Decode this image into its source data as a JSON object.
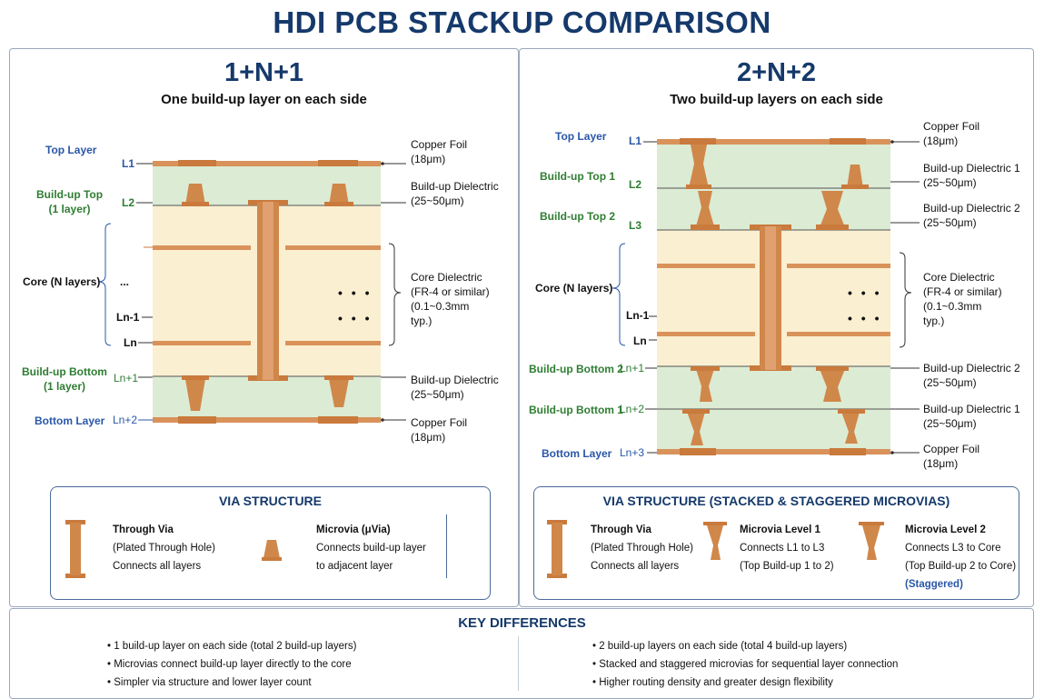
{
  "title": "HDI PCB STACKUP COMPARISON",
  "left": {
    "heading": "1+N+1",
    "subtitle": "One build-up layer on each side",
    "groups": {
      "top_layer": "Top Layer",
      "buildup_top": "Build-up Top\n(1 layer)",
      "core": "Core (N layers)",
      "buildup_bottom": "Build-up Bottom\n(1 layer)",
      "bottom_layer": "Bottom Layer"
    },
    "layers": [
      "L1",
      "L2",
      "...",
      "Ln-1",
      "Ln",
      "Ln+1",
      "Ln+2"
    ],
    "annotations": {
      "copper_top": "Copper Foil\n(18μm)",
      "dielectric_top": "Build-up Dielectric\n(25~50μm)",
      "core_dielectric": "Core Dielectric\n(FR-4 or similar)\n(0.1~0.3mm\ntyp.)",
      "dielectric_bottom": "Build-up Dielectric\n(25~50μm)",
      "copper_bottom": "Copper Foil\n(18μm)"
    },
    "inner_dots": [
      "• • •",
      "• • •"
    ],
    "via_structure": {
      "title": "VIA STRUCTURE",
      "through_via": {
        "name": "Through Via",
        "line1": "(Plated Through Hole)",
        "line2": "Connects all layers"
      },
      "microvia": {
        "name": "Microvia (μVia)",
        "line1": "Connects build-up layer",
        "line2": "to adjacent layer"
      }
    }
  },
  "right": {
    "heading": "2+N+2",
    "subtitle": "Two build-up layers on each side",
    "groups": {
      "top_layer": "Top Layer",
      "buildup_top1": "Build-up Top 1",
      "buildup_top2": "Build-up Top 2",
      "core": "Core (N layers)",
      "buildup_bottom2": "Build-up Bottom 2",
      "buildup_bottom1": "Build-up Bottom 1",
      "bottom_layer": "Bottom Layer"
    },
    "layers": [
      "L1",
      "L2",
      "L3",
      "Ln-1",
      "Ln",
      "Ln+1",
      "Ln+2",
      "Ln+3"
    ],
    "annotations": {
      "copper_top": "Copper Foil\n(18μm)",
      "dielectric1_top": "Build-up Dielectric 1\n(25~50μm)",
      "dielectric2_top": "Build-up Dielectric 2\n(25~50μm)",
      "core_dielectric": "Core Dielectric\n(FR-4 or similar)\n(0.1~0.3mm\ntyp.)",
      "dielectric2_bottom": "Build-up Dielectric 2\n(25~50μm)",
      "dielectric1_bottom": "Build-up Dielectric 1\n(25~50μm)",
      "copper_bottom": "Copper Foil\n(18μm)"
    },
    "inner_dots": [
      "• • •",
      "• • •"
    ],
    "via_structure": {
      "title": "VIA STRUCTURE (STACKED & STAGGERED MICROVIAS)",
      "through_via": {
        "name": "Through Via",
        "line1": "(Plated Through Hole)",
        "line2": "Connects all layers"
      },
      "microvia1": {
        "name": "Microvia Level 1",
        "line1": "Connects L1 to L3",
        "line2": "(Top Build-up 1 to 2)"
      },
      "microvia2": {
        "name": "Microvia Level 2",
        "line1": "Connects L3 to Core",
        "line2": "(Top Build-up 2 to Core)",
        "line3": "(Staggered)"
      }
    }
  },
  "key_differences": {
    "title": "KEY DIFFERENCES",
    "left": [
      "• 1 build-up layer on each side (total 2 build-up layers)",
      "• Microvias connect build-up layer directly to the core",
      "• Simpler via structure and lower layer count"
    ],
    "right": [
      "• 2 build-up layers on each side (total 4 build-up layers)",
      "• Stacked and staggered microvias for sequential layer connection",
      "• Higher routing density and greater design flexibility"
    ]
  },
  "colors": {
    "title": "#15396b",
    "copper": "#c97a3c",
    "copper_dark": "#a85d25",
    "buildup_green": "#dcebd3",
    "core_cream": "#fbefd1",
    "label_blue": "#2a57a8",
    "label_green": "#2e7d32"
  }
}
